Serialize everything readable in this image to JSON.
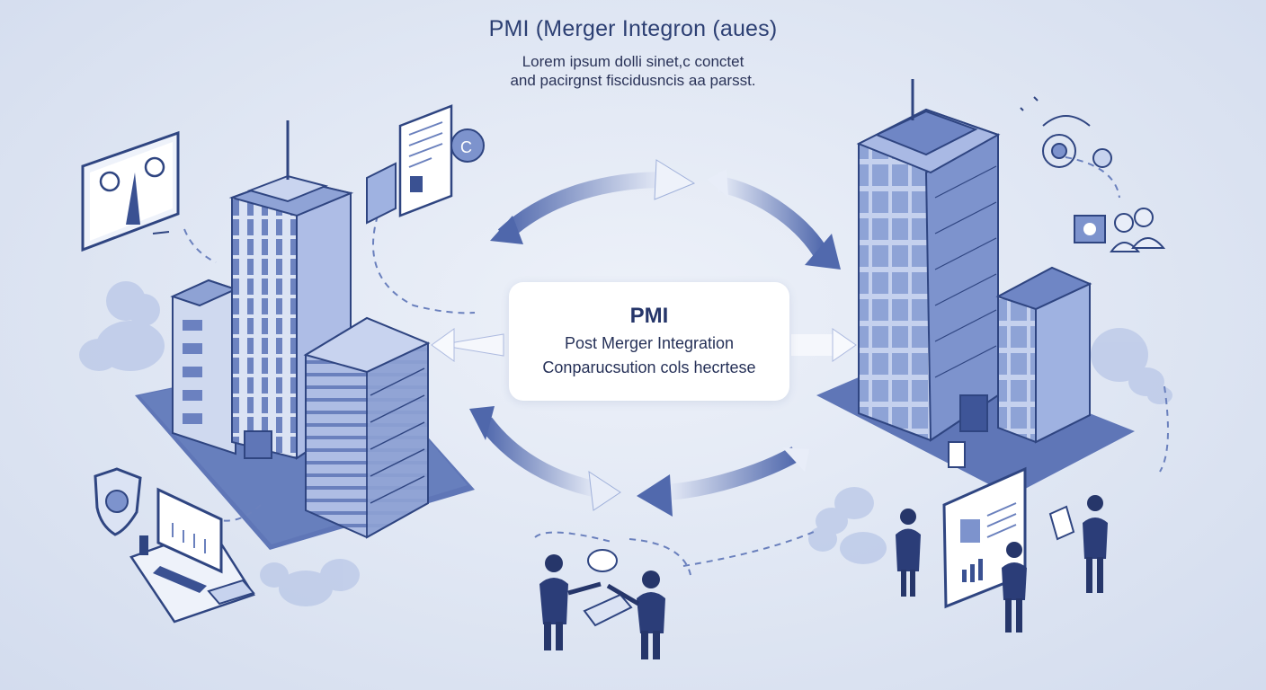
{
  "header": {
    "title": "PMI (Merger  Integron (aues)",
    "subtitle_lines": [
      "Lorem ipsum dolli sinet,c conctet",
      "and pacirgnst fiscidusncis aa parsst."
    ]
  },
  "center_box": {
    "heading": "PMI",
    "line1": "Post Merger Integration",
    "line2": "Conparucsution cols hecrtese"
  },
  "colors": {
    "background": "#dfe6f3",
    "navy": "#26366a",
    "building_blue": "#7f95cc",
    "building_light": "#c7d3ee",
    "arrow_blue": "#5e76b8"
  },
  "icons": [
    "video-call-icon",
    "document-icon",
    "shield-gear-icon",
    "computer-icon",
    "gear-cluster-icon",
    "people-group-icon",
    "handshake-icon",
    "presentation-board-icon"
  ]
}
